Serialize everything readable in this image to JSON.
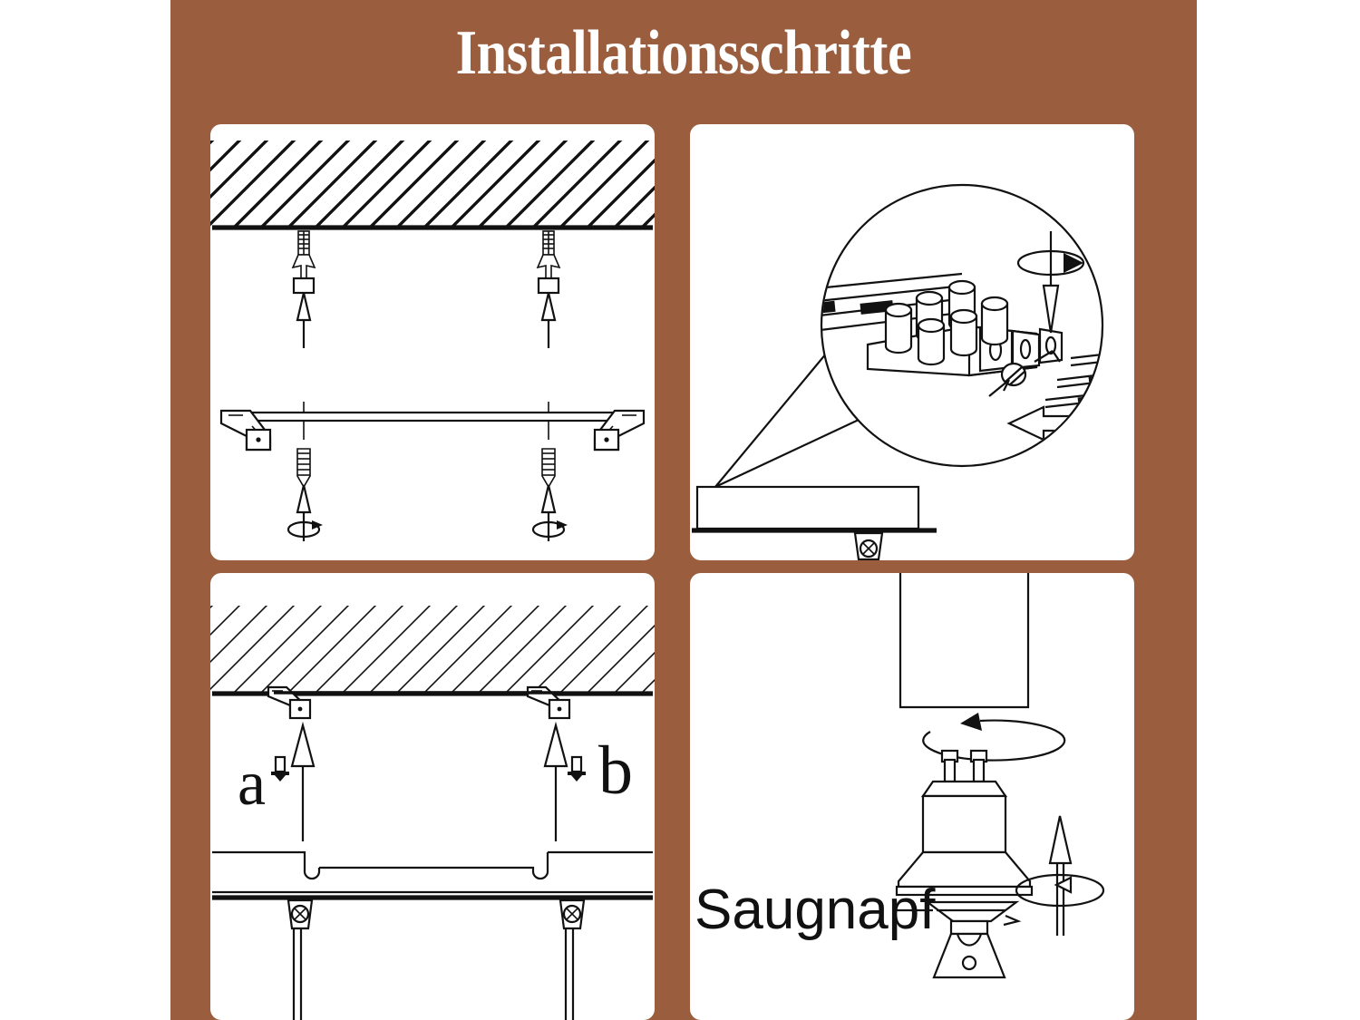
{
  "poster": {
    "title": "Installationsschritte",
    "background_color": "#9a5e3e",
    "card_color": "#ffffff",
    "ink_color": "#111111",
    "page_background": "#ffffff"
  },
  "panels": [
    {
      "id": "panel-1",
      "position": "top-left",
      "subject": "Ceiling anchors and mounting bracket",
      "elements": [
        "hatched-ceiling",
        "wall-anchor-left",
        "wall-anchor-right",
        "insert-arrow-left",
        "insert-arrow-right",
        "mounting-bracket-bar",
        "screw-left",
        "screw-right",
        "tighten-arrow-left",
        "tighten-arrow-right"
      ]
    },
    {
      "id": "panel-2",
      "position": "top-right",
      "subject": "Magnified wiring detail of terminal block",
      "elements": [
        "magnifier-circle",
        "magnifier-cone",
        "terminal-block",
        "terminal-screws",
        "wire-leads",
        "screwdriver-rotation-arrow",
        "insert-arrow",
        "fixture-housing",
        "housing-set-screw"
      ]
    },
    {
      "id": "panel-3",
      "position": "bottom-left",
      "subject": "Lifting the fixture body onto the bracket",
      "labels": [
        "a",
        "b"
      ],
      "elements": [
        "hatched-ceiling",
        "bracket-left",
        "bracket-right",
        "lift-arrow-left",
        "lift-arrow-right",
        "screw-icon-a",
        "screw-icon-b",
        "fixture-plate-with-hooks",
        "fixture-body",
        "set-screw-left",
        "set-screw-right"
      ]
    },
    {
      "id": "panel-4",
      "position": "bottom-right",
      "subject": "Inserting the GU10 lamp with a suction cup",
      "callout": "Saugnapf",
      "elements": [
        "fixture-tube",
        "twist-rotation-arrow",
        "gu10-lamp",
        "suction-cup-tool",
        "callout-leader-line",
        "push-rotate-arrow"
      ]
    }
  ]
}
